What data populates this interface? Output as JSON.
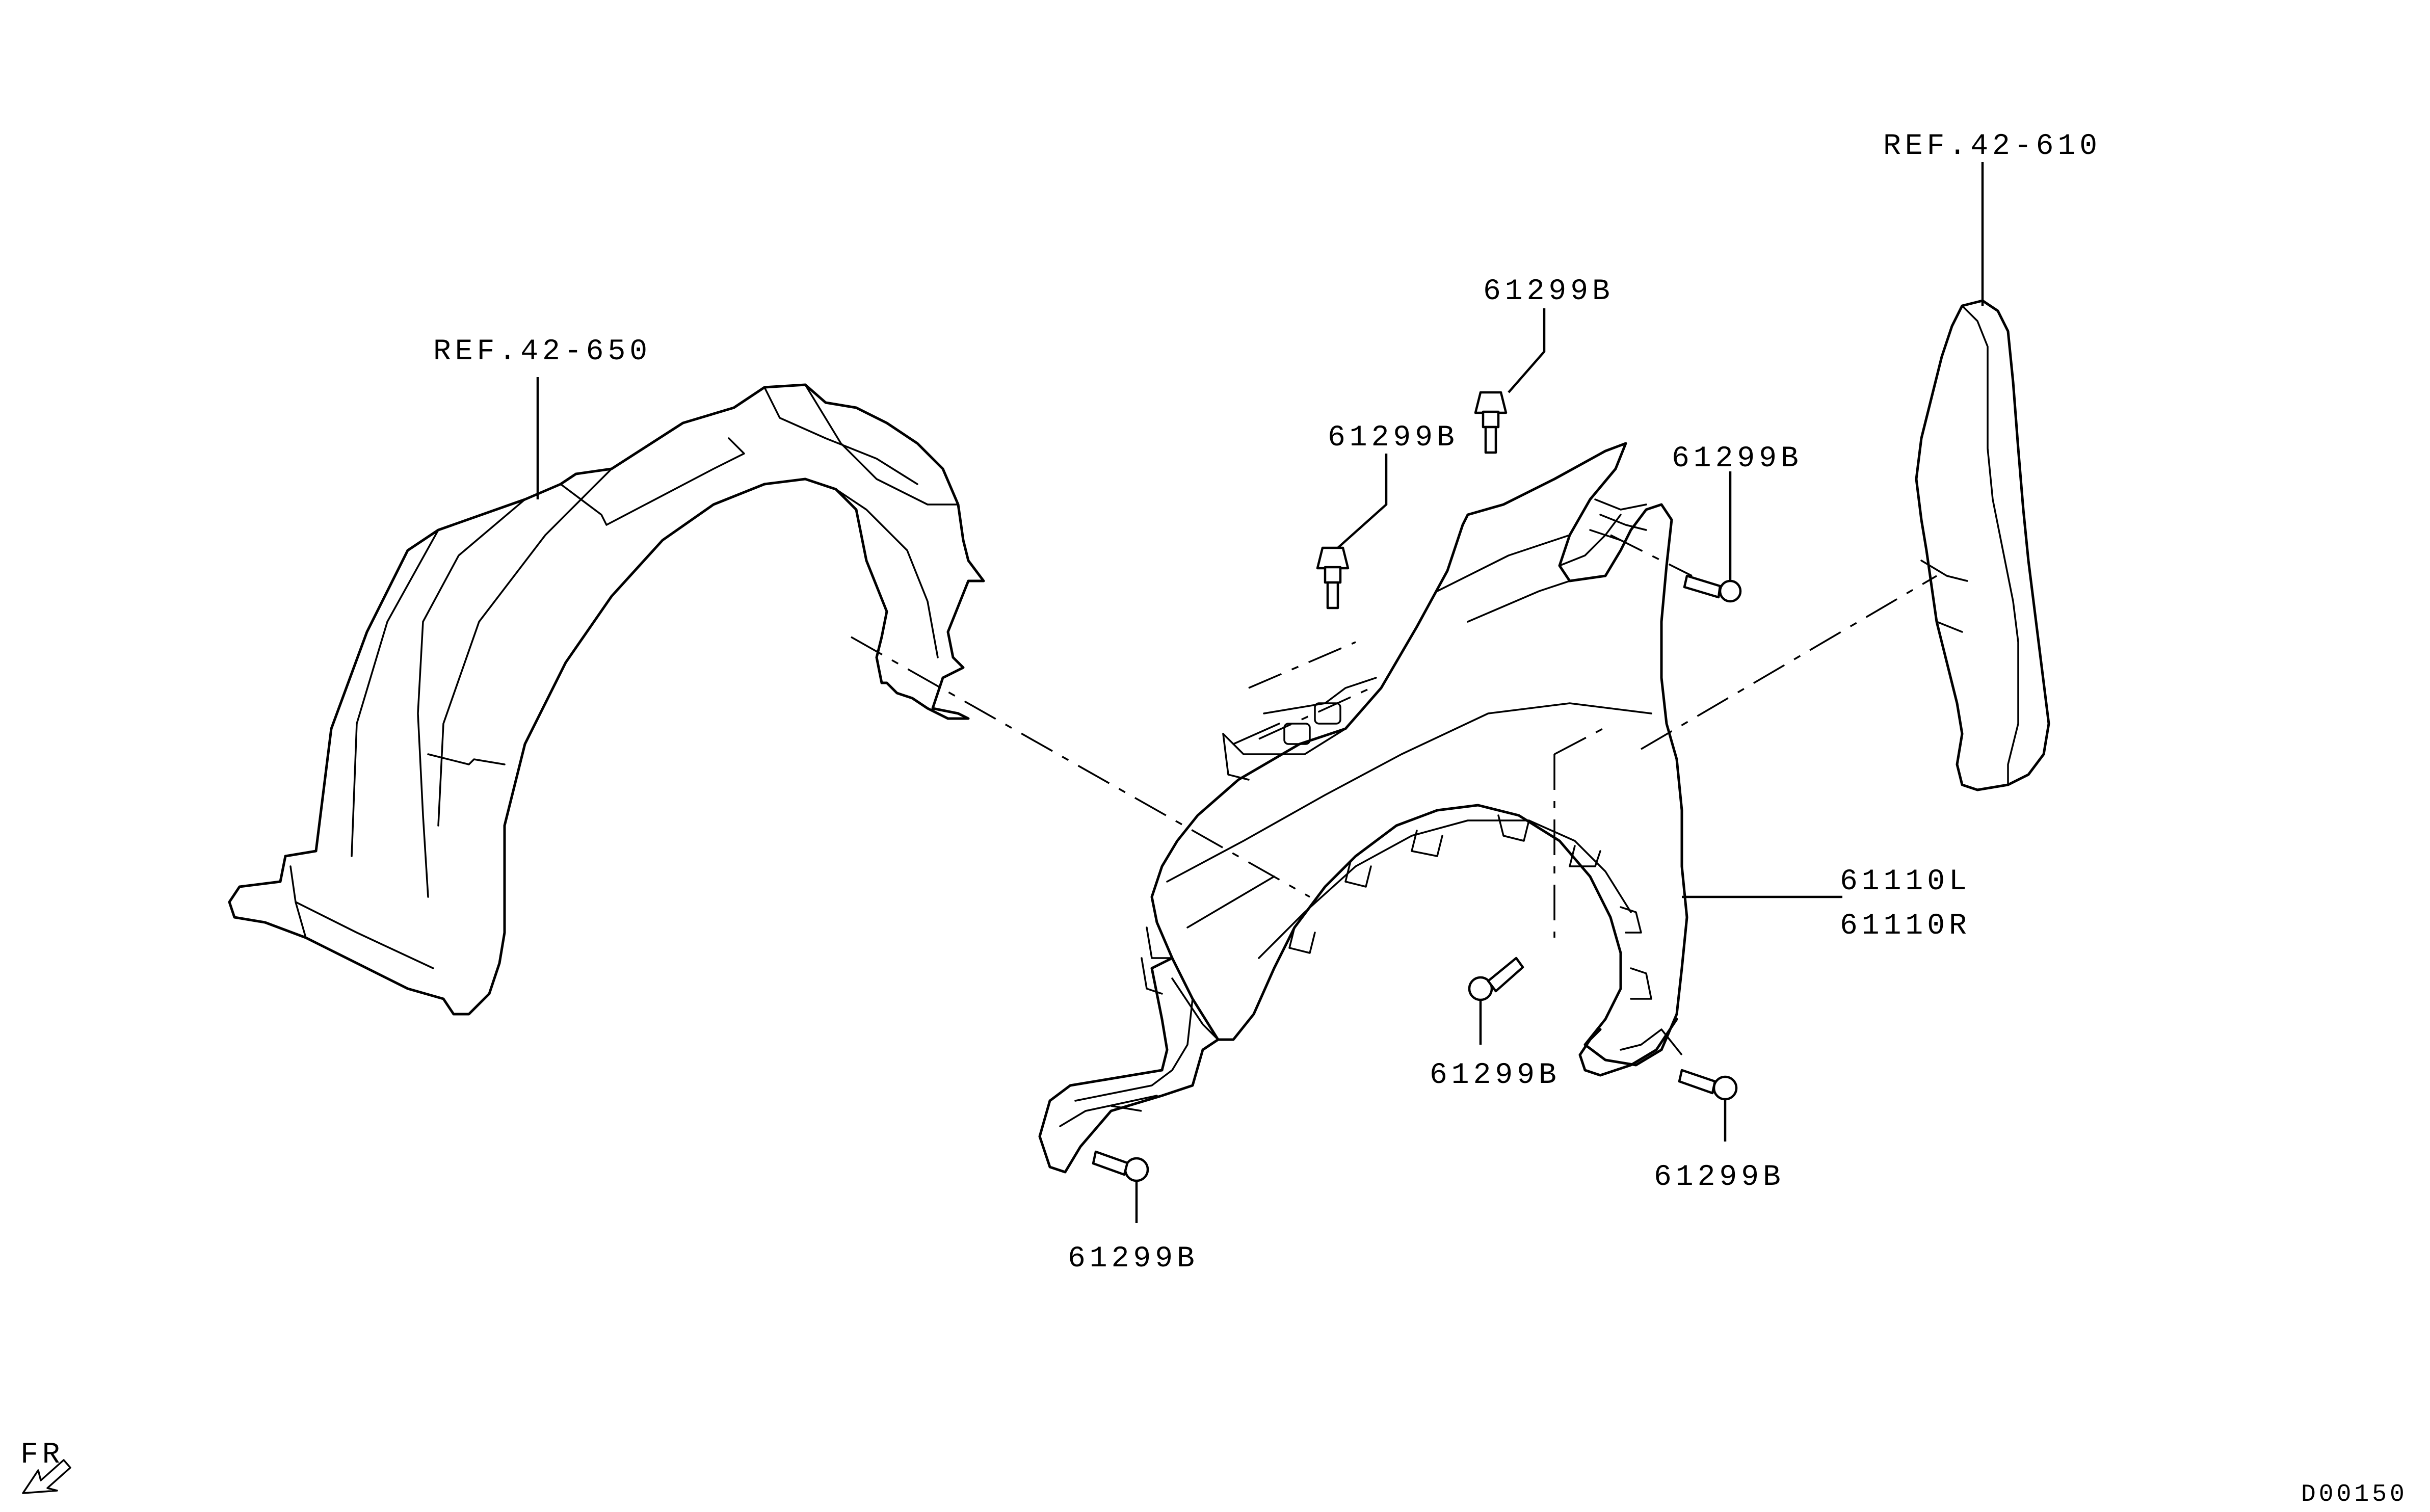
{
  "callouts": {
    "ref_liner": "REF.42-650",
    "ref_panel": "REF.42-610",
    "bolt_top": "61299B",
    "bolt_upper_left": "61299B",
    "bolt_upper_right": "61299B",
    "fender_left": "61110L",
    "fender_right": "61110R",
    "bolt_lower_center": "61299B",
    "bolt_lower_right": "61299B",
    "bolt_lower_left": "61299B"
  },
  "orientation": {
    "label": "FR",
    "icon": "front-direction-arrow-icon"
  },
  "drawing_number": "D00150",
  "colors": {
    "line": "#000000",
    "background": "#ffffff"
  }
}
